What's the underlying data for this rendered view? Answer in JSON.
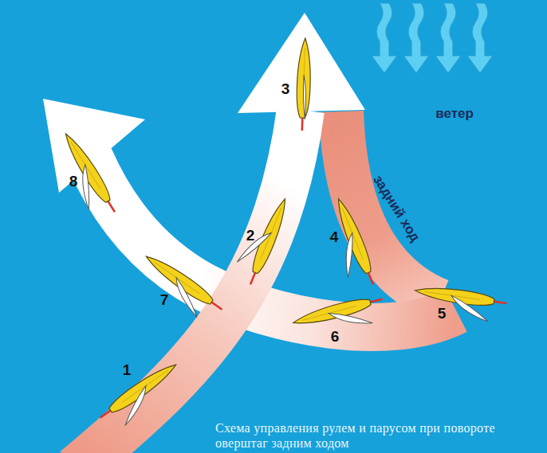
{
  "diagram": {
    "caption": "Схема управления рулем и парусом при повороте оверштаг задним ходом",
    "labels": [
      "ветер",
      "3",
      "8",
      "задний ход",
      "2",
      "4",
      "7",
      "5",
      "6",
      "1"
    ]
  }
}
